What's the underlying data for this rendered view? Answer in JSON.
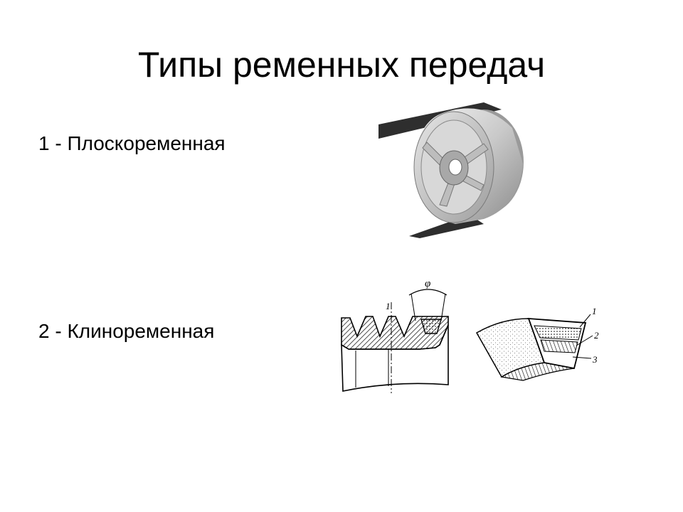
{
  "slide": {
    "title": "Типы ременных передач",
    "items": [
      {
        "label": "1 - Плоскоременная"
      },
      {
        "label": "2 - Клиноременная"
      }
    ]
  },
  "figures": {
    "vgroove": {
      "axis_label": "1",
      "angle_label": "φ"
    },
    "vbelt": {
      "callouts": [
        "1",
        "2",
        "3"
      ]
    }
  }
}
